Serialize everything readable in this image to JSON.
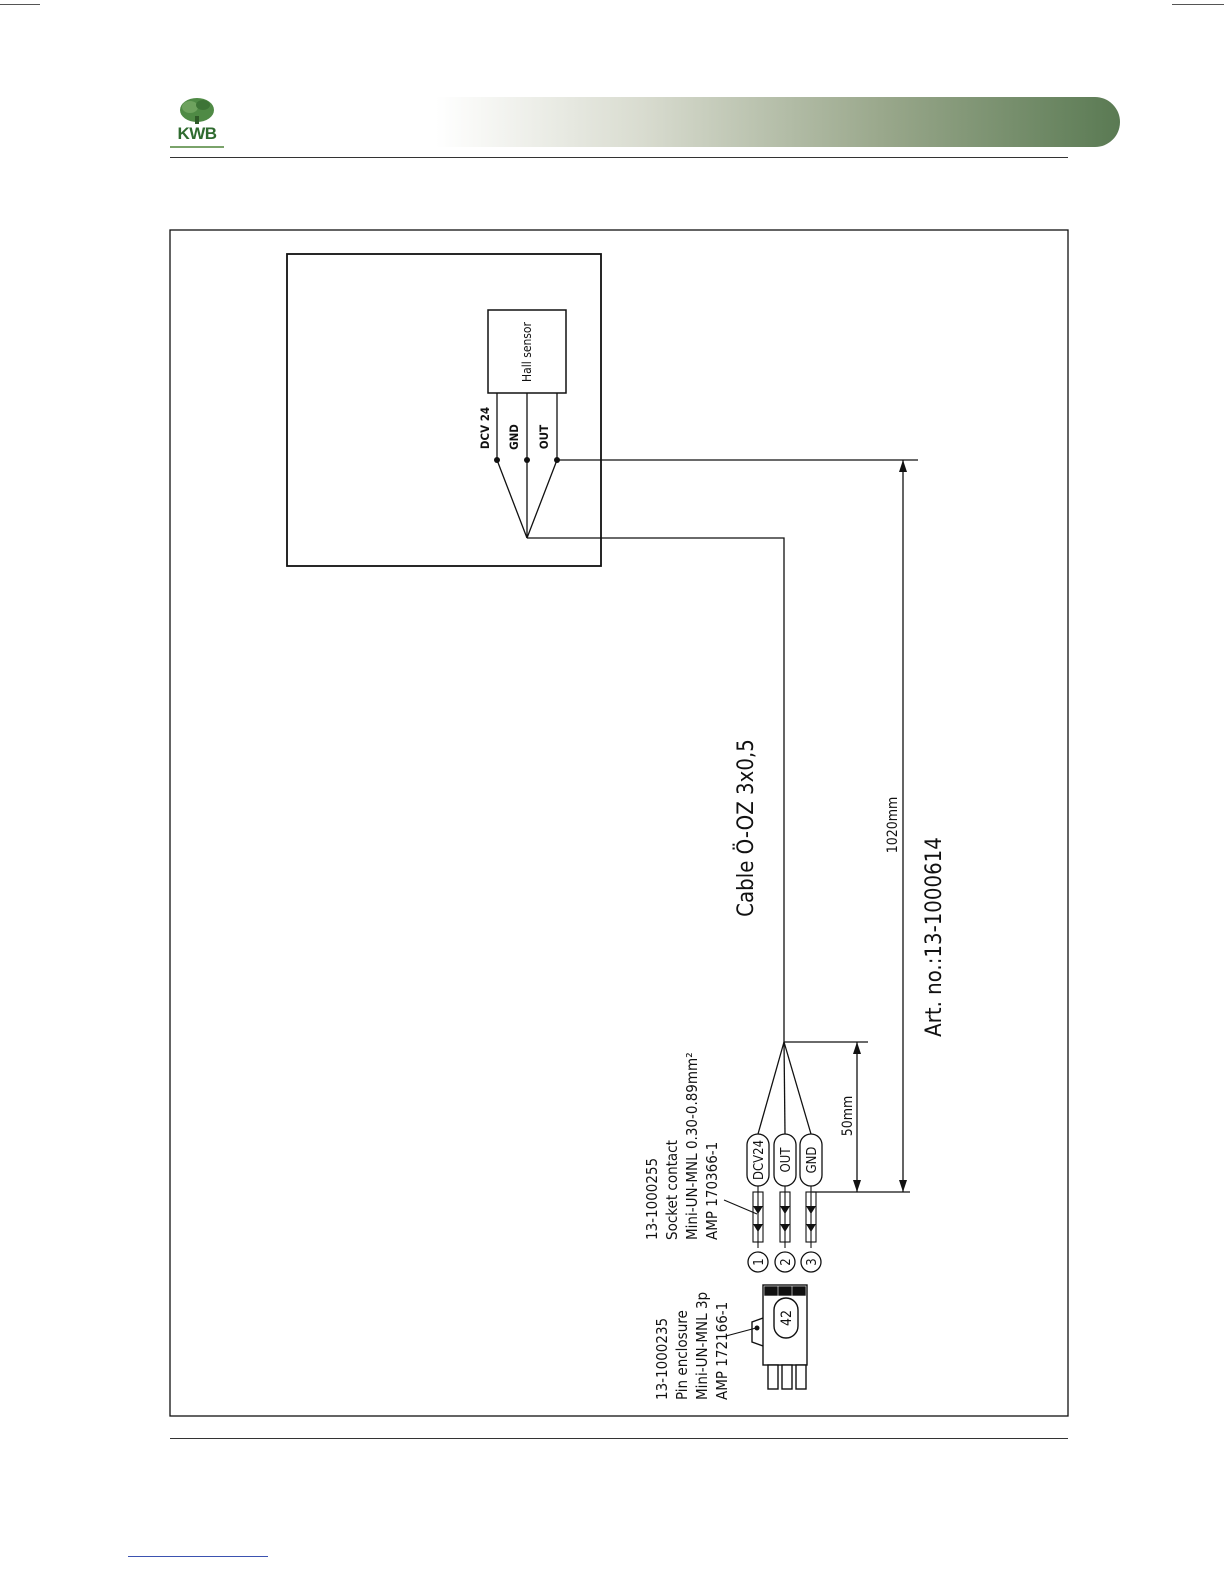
{
  "logo": {
    "text": "KWB"
  },
  "sensor": {
    "label": "Hall sensor",
    "pins": [
      "DCV 24",
      "GND",
      "OUT"
    ]
  },
  "cable": {
    "label": "Cable Ö-OZ  3x0,5",
    "length": "1020mm",
    "art_no": "Art. no.:13-1000614",
    "strip_length": "50mm",
    "wires": [
      "DCV24",
      "OUT",
      "GND"
    ],
    "pin_numbers": [
      "1",
      "2",
      "3"
    ]
  },
  "socket_contact": {
    "lines": [
      "13-1000255",
      "Socket contact",
      "Mini-UN-MNL  0.30-0.89mm²",
      "AMP  170366-1"
    ]
  },
  "pin_enclosure": {
    "lines": [
      "13-1000235",
      "Pin enclosure",
      "Mini-UN-MNL  3p",
      "AMP  172166-1"
    ],
    "marking": "42"
  },
  "colors": {
    "brand_green": "#2f6b2f",
    "header_gradient_end": "#5a7a53",
    "line": "#111111"
  }
}
